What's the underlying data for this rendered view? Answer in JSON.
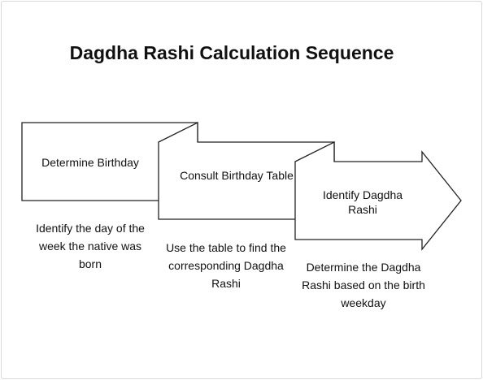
{
  "title": "Dagdha Rashi Calculation Sequence",
  "steps": [
    {
      "label": "Determine Birthday",
      "description": "Identify the day of the week the native was born"
    },
    {
      "label": "Consult Birthday Table",
      "description": "Use the table to find the corresponding Dagdha Rashi"
    },
    {
      "label": "Identify Dagdha Rashi",
      "description": "Determine the Dagdha Rashi based on the birth weekday"
    }
  ],
  "colors": {
    "stroke": "#222222",
    "fill": "#ffffff",
    "text": "#111111"
  }
}
